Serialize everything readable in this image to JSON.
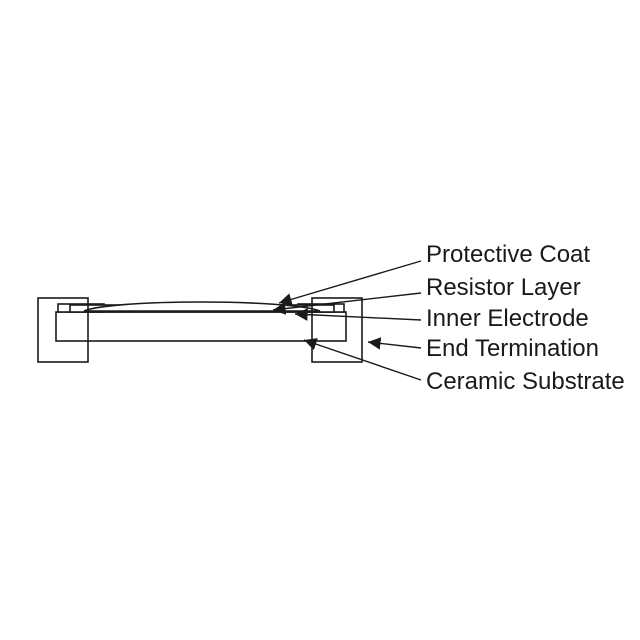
{
  "diagram": {
    "labels": [
      {
        "id": "protective-coat",
        "text": "Protective Coat"
      },
      {
        "id": "resistor-layer",
        "text": "Resistor Layer"
      },
      {
        "id": "inner-electrode",
        "text": "Inner Electrode"
      },
      {
        "id": "end-termination",
        "text": "End Termination"
      },
      {
        "id": "ceramic-substrate",
        "text": "Ceramic Substrate"
      }
    ],
    "colors": {
      "line": "#1a1a1a",
      "background": "#ffffff"
    }
  }
}
